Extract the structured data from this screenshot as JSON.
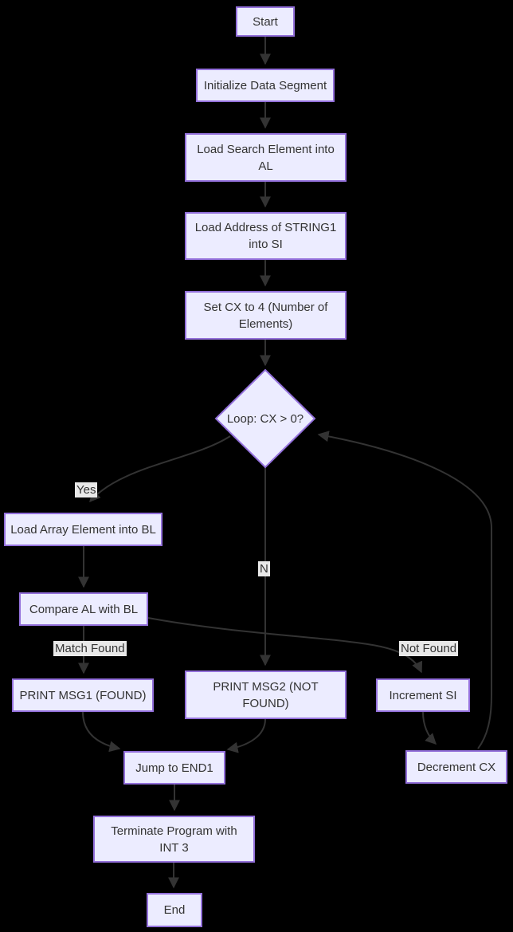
{
  "colors": {
    "background": "#000000",
    "node_fill": "#ECECFF",
    "node_border": "#9370DB",
    "edge": "#333333",
    "text": "#333333",
    "edge_label_bg": "#e8e8e8"
  },
  "diagram": {
    "type": "flowchart",
    "direction": "top-down",
    "nodes": {
      "start": {
        "shape": "rect",
        "label": "Start"
      },
      "init": {
        "shape": "rect",
        "label": "Initialize Data Segment"
      },
      "load_search": {
        "shape": "rect",
        "label": [
          "Load Search Element into",
          "AL"
        ]
      },
      "load_addr": {
        "shape": "rect",
        "label": [
          "Load Address of STRING1",
          "into SI"
        ]
      },
      "set_cx": {
        "shape": "rect",
        "label": [
          "Set CX to 4 (Number of",
          "Elements)"
        ]
      },
      "loop": {
        "shape": "diamond",
        "label": "Loop: CX > 0?"
      },
      "load_array": {
        "shape": "rect",
        "label": "Load Array Element into BL"
      },
      "compare": {
        "shape": "rect",
        "label": "Compare AL with BL"
      },
      "print_msg1": {
        "shape": "rect",
        "label": "PRINT MSG1 (FOUND)"
      },
      "print_msg2": {
        "shape": "rect",
        "label": [
          "PRINT MSG2 (NOT",
          "FOUND)"
        ]
      },
      "increment_si": {
        "shape": "rect",
        "label": "Increment SI"
      },
      "decrement_cx": {
        "shape": "rect",
        "label": "Decrement CX"
      },
      "jump_end1": {
        "shape": "rect",
        "label": "Jump to END1"
      },
      "terminate": {
        "shape": "rect",
        "label": [
          "Terminate Program with",
          "INT 3"
        ]
      },
      "end": {
        "shape": "rect",
        "label": "End"
      }
    },
    "edge_labels": {
      "yes": "Yes",
      "n": "N",
      "match_found": "Match Found",
      "not_found": "Not Found"
    },
    "edges": [
      {
        "from": "start",
        "to": "init",
        "label": ""
      },
      {
        "from": "init",
        "to": "load_search",
        "label": ""
      },
      {
        "from": "load_search",
        "to": "load_addr",
        "label": ""
      },
      {
        "from": "load_addr",
        "to": "set_cx",
        "label": ""
      },
      {
        "from": "set_cx",
        "to": "loop",
        "label": ""
      },
      {
        "from": "loop",
        "to": "load_array",
        "label": "Yes"
      },
      {
        "from": "load_array",
        "to": "compare",
        "label": ""
      },
      {
        "from": "compare",
        "to": "print_msg1",
        "label": "Match Found"
      },
      {
        "from": "compare",
        "to": "increment_si",
        "label": "Not Found"
      },
      {
        "from": "loop",
        "to": "print_msg2",
        "label": "N"
      },
      {
        "from": "print_msg1",
        "to": "jump_end1",
        "label": ""
      },
      {
        "from": "print_msg2",
        "to": "jump_end1",
        "label": ""
      },
      {
        "from": "increment_si",
        "to": "decrement_cx",
        "label": ""
      },
      {
        "from": "decrement_cx",
        "to": "loop",
        "label": ""
      },
      {
        "from": "jump_end1",
        "to": "terminate",
        "label": ""
      },
      {
        "from": "terminate",
        "to": "end",
        "label": ""
      }
    ]
  }
}
